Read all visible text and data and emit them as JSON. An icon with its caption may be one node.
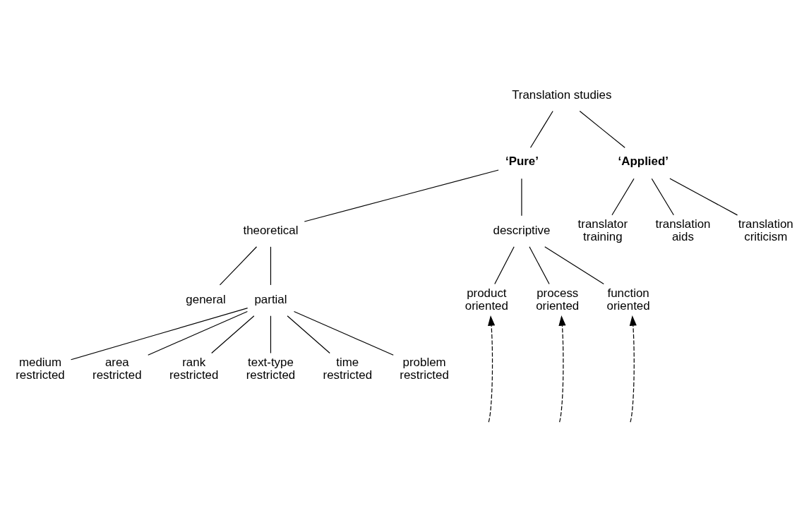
{
  "diagram": {
    "nodes": [
      {
        "text": [
          "Translation studies"
        ]
      },
      {
        "text": [
          "‘Pure’"
        ]
      },
      {
        "text": [
          "‘Applied’"
        ]
      },
      {
        "text": [
          "theoretical"
        ]
      },
      {
        "text": [
          "descriptive"
        ]
      },
      {
        "text": [
          "general"
        ]
      },
      {
        "text": [
          "partial"
        ]
      },
      {
        "text": [
          "product oriented"
        ]
      },
      {
        "text": [
          "process oriented"
        ]
      },
      {
        "text": [
          "function oriented"
        ]
      },
      {
        "text": [
          "translator training"
        ]
      },
      {
        "text": [
          "translation aids"
        ]
      },
      {
        "text": [
          "translation criticism"
        ]
      },
      {
        "text": [
          "medium restricted"
        ]
      },
      {
        "text": [
          "area restricted"
        ]
      },
      {
        "text": [
          "rank restricted"
        ]
      },
      {
        "text": [
          "text-type restricted"
        ]
      },
      {
        "text": [
          "time restricted"
        ]
      },
      {
        "text": [
          "problem restricted"
        ]
      }
    ],
    "edges": [
      {
        "from": 0,
        "to": 1,
        "arrow": "none"
      },
      {
        "from": 0,
        "to": 2,
        "arrow": "none"
      },
      {
        "from": 1,
        "to": 3,
        "arrow": "none"
      },
      {
        "from": 1,
        "to": 4,
        "arrow": "none"
      },
      {
        "from": 3,
        "to": 5,
        "arrow": "none"
      },
      {
        "from": 3,
        "to": 6,
        "arrow": "none"
      },
      {
        "from": 4,
        "to": 7,
        "arrow": "none"
      },
      {
        "from": 4,
        "to": 8,
        "arrow": "none"
      },
      {
        "from": 4,
        "to": 9,
        "arrow": "none"
      },
      {
        "from": 2,
        "to": 10,
        "arrow": "none"
      },
      {
        "from": 2,
        "to": 11,
        "arrow": "none"
      },
      {
        "from": 2,
        "to": 12,
        "arrow": "none"
      },
      {
        "from": 6,
        "to": 13,
        "arrow": "none"
      },
      {
        "from": 6,
        "to": 14,
        "arrow": "none"
      },
      {
        "from": 6,
        "to": 15,
        "arrow": "none"
      },
      {
        "from": 6,
        "to": 16,
        "arrow": "none"
      },
      {
        "from": 6,
        "to": 17,
        "arrow": "none"
      },
      {
        "from": 6,
        "to": 18,
        "arrow": "none"
      },
      {
        "from": null,
        "to": 7,
        "arrow": "to",
        "style": "dashed"
      },
      {
        "from": null,
        "to": 8,
        "arrow": "to",
        "style": "dashed"
      },
      {
        "from": null,
        "to": 9,
        "arrow": "to",
        "style": "dashed"
      }
    ]
  }
}
